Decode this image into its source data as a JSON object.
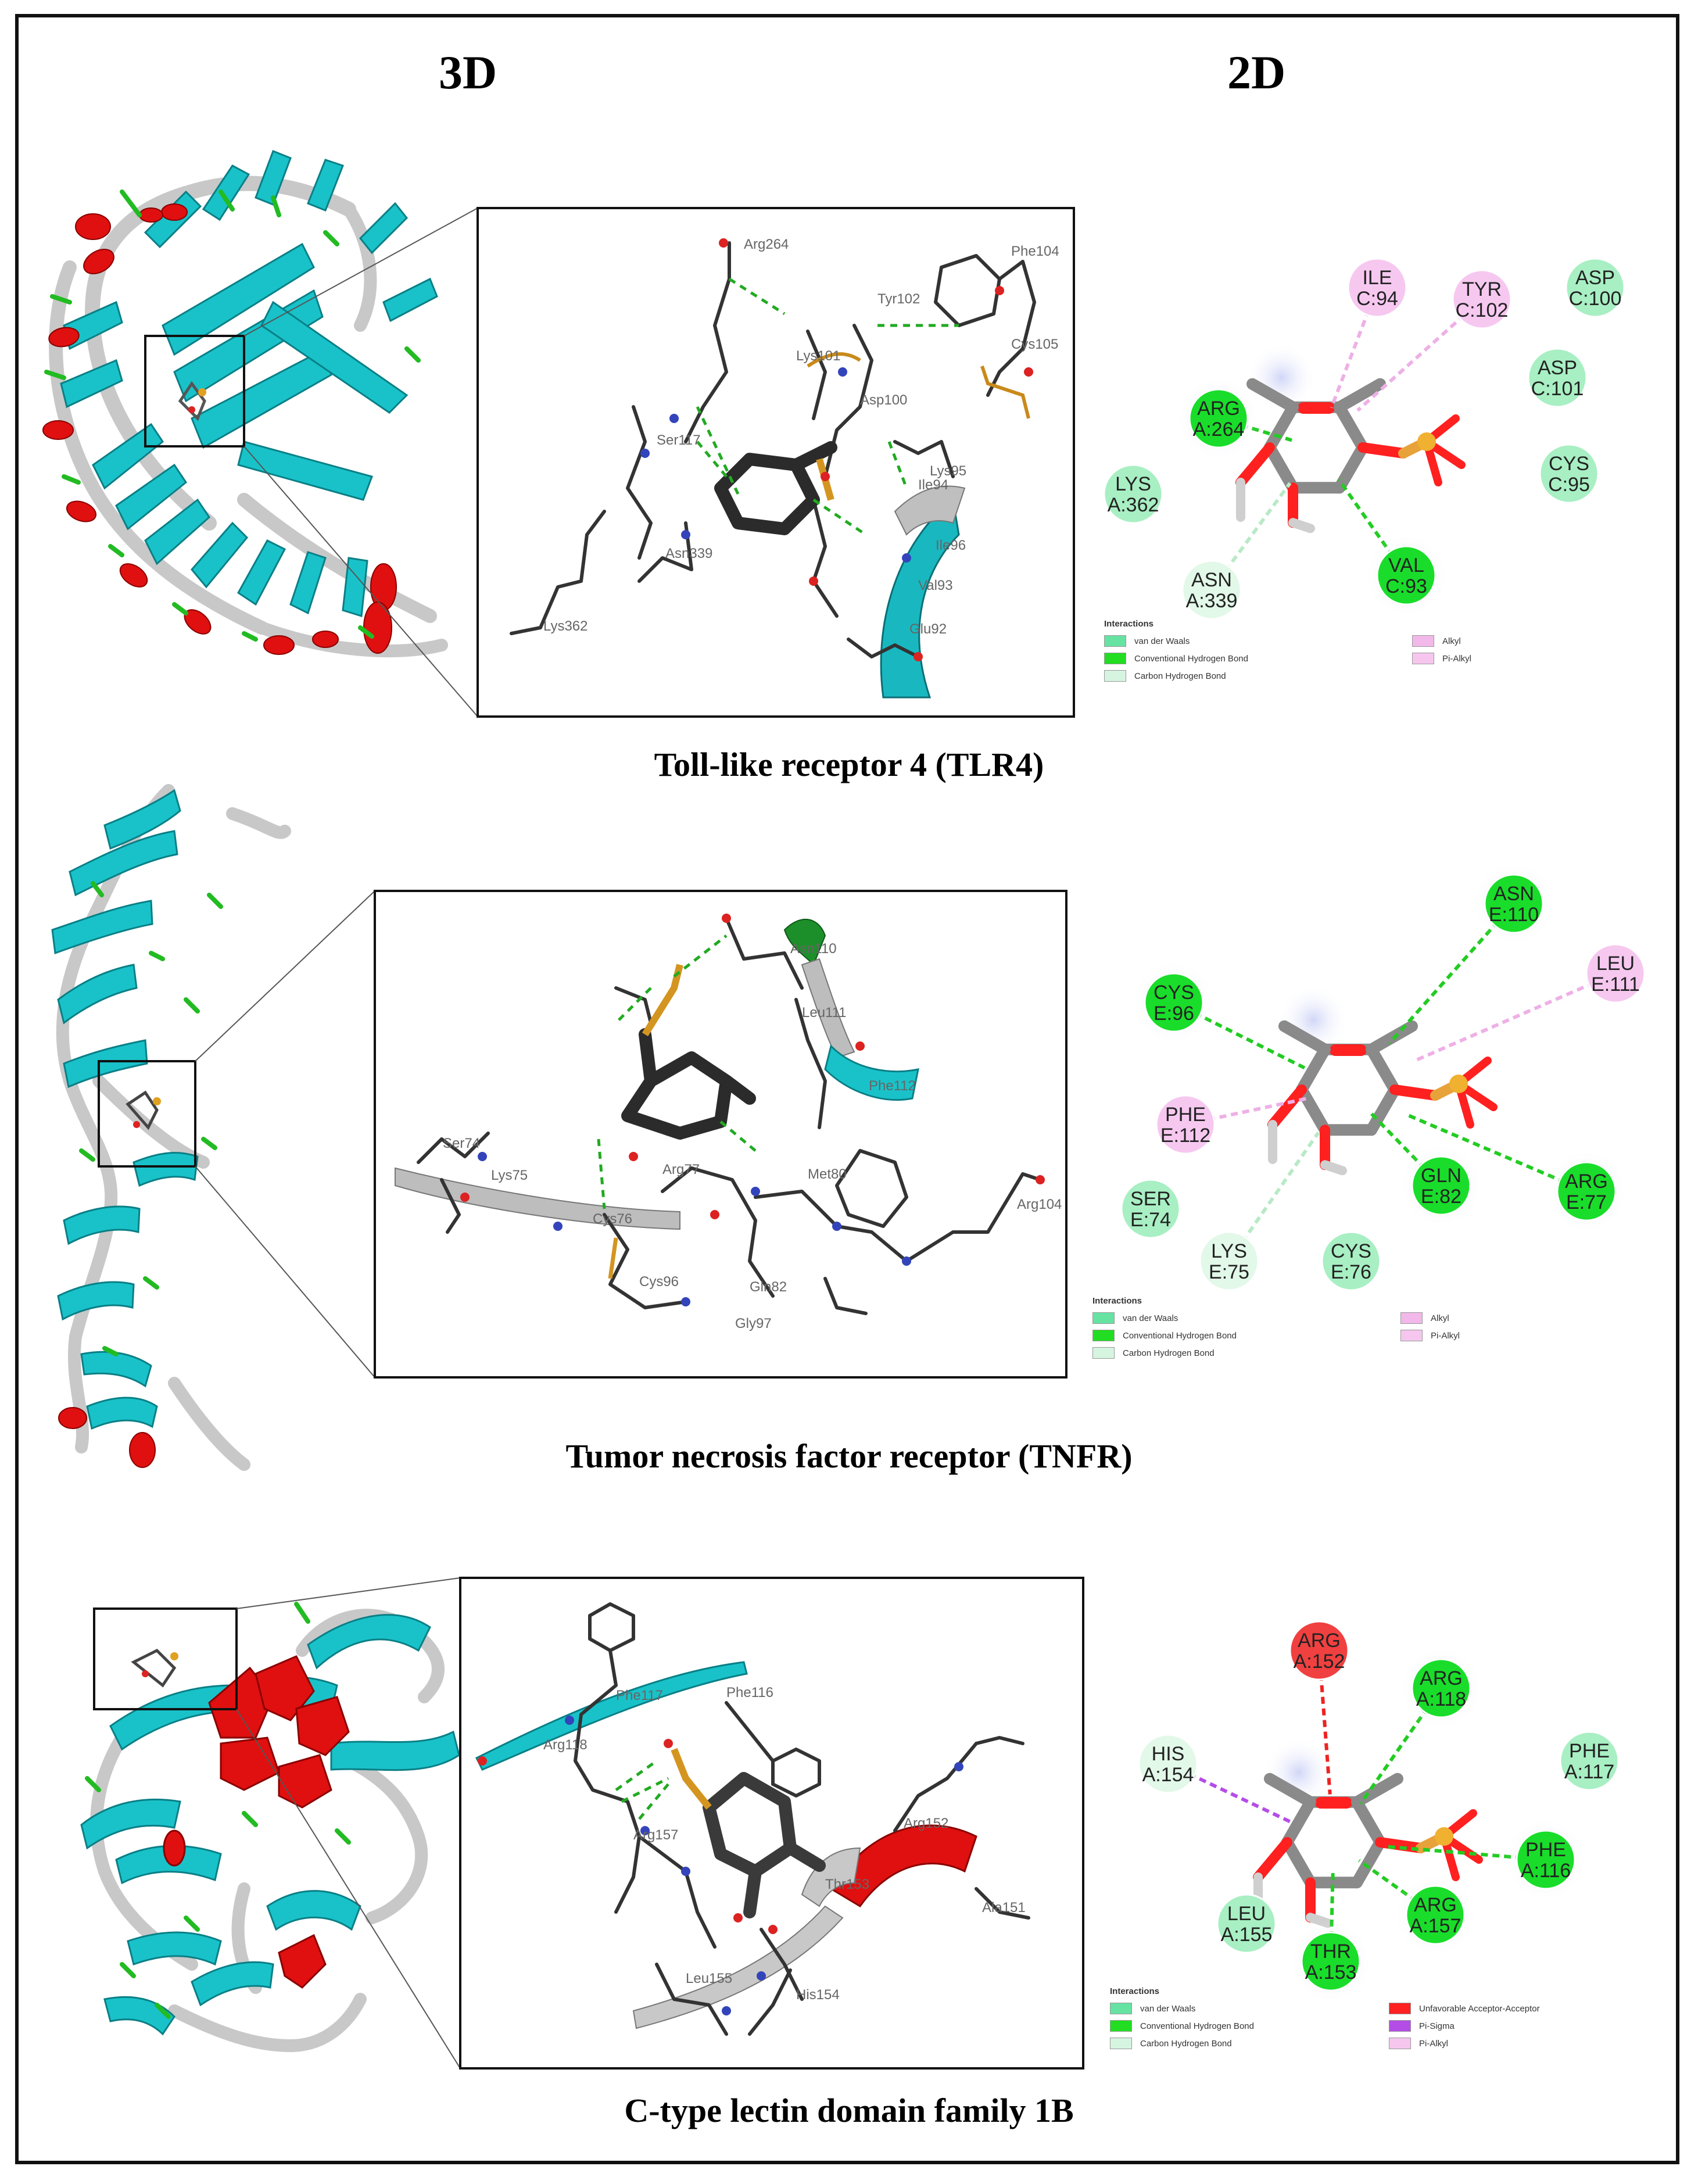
{
  "headers": {
    "left": "3D",
    "right": "2D"
  },
  "panels": [
    {
      "caption": "Toll-like receptor 4 (TLR4)",
      "zoom_labels": [
        "Arg264",
        "Phe104",
        "Tyr102",
        "Cys105",
        "Lys101",
        "Asp100",
        "Ser117",
        "Lys95",
        "Ile94",
        "Ile96",
        "Asn339",
        "Val93",
        "Glu92",
        "Lys362"
      ],
      "residues": [
        {
          "name": "ILE",
          "id": "C:94",
          "type": "alkyl"
        },
        {
          "name": "TYR",
          "id": "C:102",
          "type": "alkyl"
        },
        {
          "name": "ASP",
          "id": "C:100",
          "type": "vdw"
        },
        {
          "name": "ARG",
          "id": "A:264",
          "type": "hbond"
        },
        {
          "name": "ASP",
          "id": "C:101",
          "type": "vdw"
        },
        {
          "name": "LYS",
          "id": "A:362",
          "type": "vdw"
        },
        {
          "name": "CYS",
          "id": "C:95",
          "type": "vdw"
        },
        {
          "name": "VAL",
          "id": "C:93",
          "type": "hbond"
        },
        {
          "name": "ASN",
          "id": "A:339",
          "type": "carbon"
        }
      ],
      "legend": {
        "title": "Interactions",
        "items": [
          {
            "label": "van der Waals",
            "color": "#66e2a2"
          },
          {
            "label": "Conventional Hydrogen Bond",
            "color": "#22dd22"
          },
          {
            "label": "Carbon Hydrogen Bond",
            "color": "#d6f5e0"
          },
          {
            "label": "Alkyl",
            "color": "#f2b8e9"
          },
          {
            "label": "Pi-Alkyl",
            "color": "#f6c6ee"
          }
        ]
      }
    },
    {
      "caption": "Tumor necrosis factor receptor (TNFR)",
      "zoom_labels": [
        "Asn110",
        "Leu111",
        "Phe112",
        "Ser74",
        "Lys75",
        "Arg77",
        "Met80",
        "Arg104",
        "Cys76",
        "Cys96",
        "Gln82",
        "Gly97"
      ],
      "residues": [
        {
          "name": "ASN",
          "id": "E:110",
          "type": "hbond"
        },
        {
          "name": "LEU",
          "id": "E:111",
          "type": "alkyl"
        },
        {
          "name": "CYS",
          "id": "E:96",
          "type": "hbond"
        },
        {
          "name": "PHE",
          "id": "E:112",
          "type": "alkyl"
        },
        {
          "name": "GLN",
          "id": "E:82",
          "type": "hbond"
        },
        {
          "name": "ARG",
          "id": "E:77",
          "type": "hbond"
        },
        {
          "name": "SER",
          "id": "E:74",
          "type": "vdw"
        },
        {
          "name": "LYS",
          "id": "E:75",
          "type": "carbon"
        },
        {
          "name": "CYS",
          "id": "E:76",
          "type": "vdw"
        }
      ],
      "legend": {
        "title": "Interactions",
        "items": [
          {
            "label": "van der Waals",
            "color": "#66e2a2"
          },
          {
            "label": "Conventional Hydrogen Bond",
            "color": "#22dd22"
          },
          {
            "label": "Carbon Hydrogen Bond",
            "color": "#d6f5e0"
          },
          {
            "label": "Alkyl",
            "color": "#f2b8e9"
          },
          {
            "label": "Pi-Alkyl",
            "color": "#f6c6ee"
          }
        ]
      }
    },
    {
      "caption": "C-type lectin domain family 1B",
      "zoom_labels": [
        "Phe117",
        "Phe116",
        "Arg118",
        "Arg157",
        "Arg152",
        "Thr153",
        "Ala151",
        "Leu155",
        "His154"
      ],
      "residues": [
        {
          "name": "ARG",
          "id": "A:152",
          "type": "unfav"
        },
        {
          "name": "ARG",
          "id": "A:118",
          "type": "hbond"
        },
        {
          "name": "HIS",
          "id": "A:154",
          "type": "carbon"
        },
        {
          "name": "PHE",
          "id": "A:117",
          "type": "vdw"
        },
        {
          "name": "PHE",
          "id": "A:116",
          "type": "hbond"
        },
        {
          "name": "LEU",
          "id": "A:155",
          "type": "vdw"
        },
        {
          "name": "THR",
          "id": "A:153",
          "type": "hbond"
        },
        {
          "name": "ARG",
          "id": "A:157",
          "type": "hbond"
        }
      ],
      "legend": {
        "title": "Interactions",
        "items": [
          {
            "label": "van der Waals",
            "color": "#66e2a2"
          },
          {
            "label": "Conventional Hydrogen Bond",
            "color": "#22dd22"
          },
          {
            "label": "Carbon Hydrogen Bond",
            "color": "#d6f5e0"
          },
          {
            "label": "Unfavorable Acceptor-Acceptor",
            "color": "#ff2222"
          },
          {
            "label": "Pi-Sigma",
            "color": "#b44de6"
          },
          {
            "label": "Pi-Alkyl",
            "color": "#f6c6ee"
          }
        ]
      }
    }
  ]
}
